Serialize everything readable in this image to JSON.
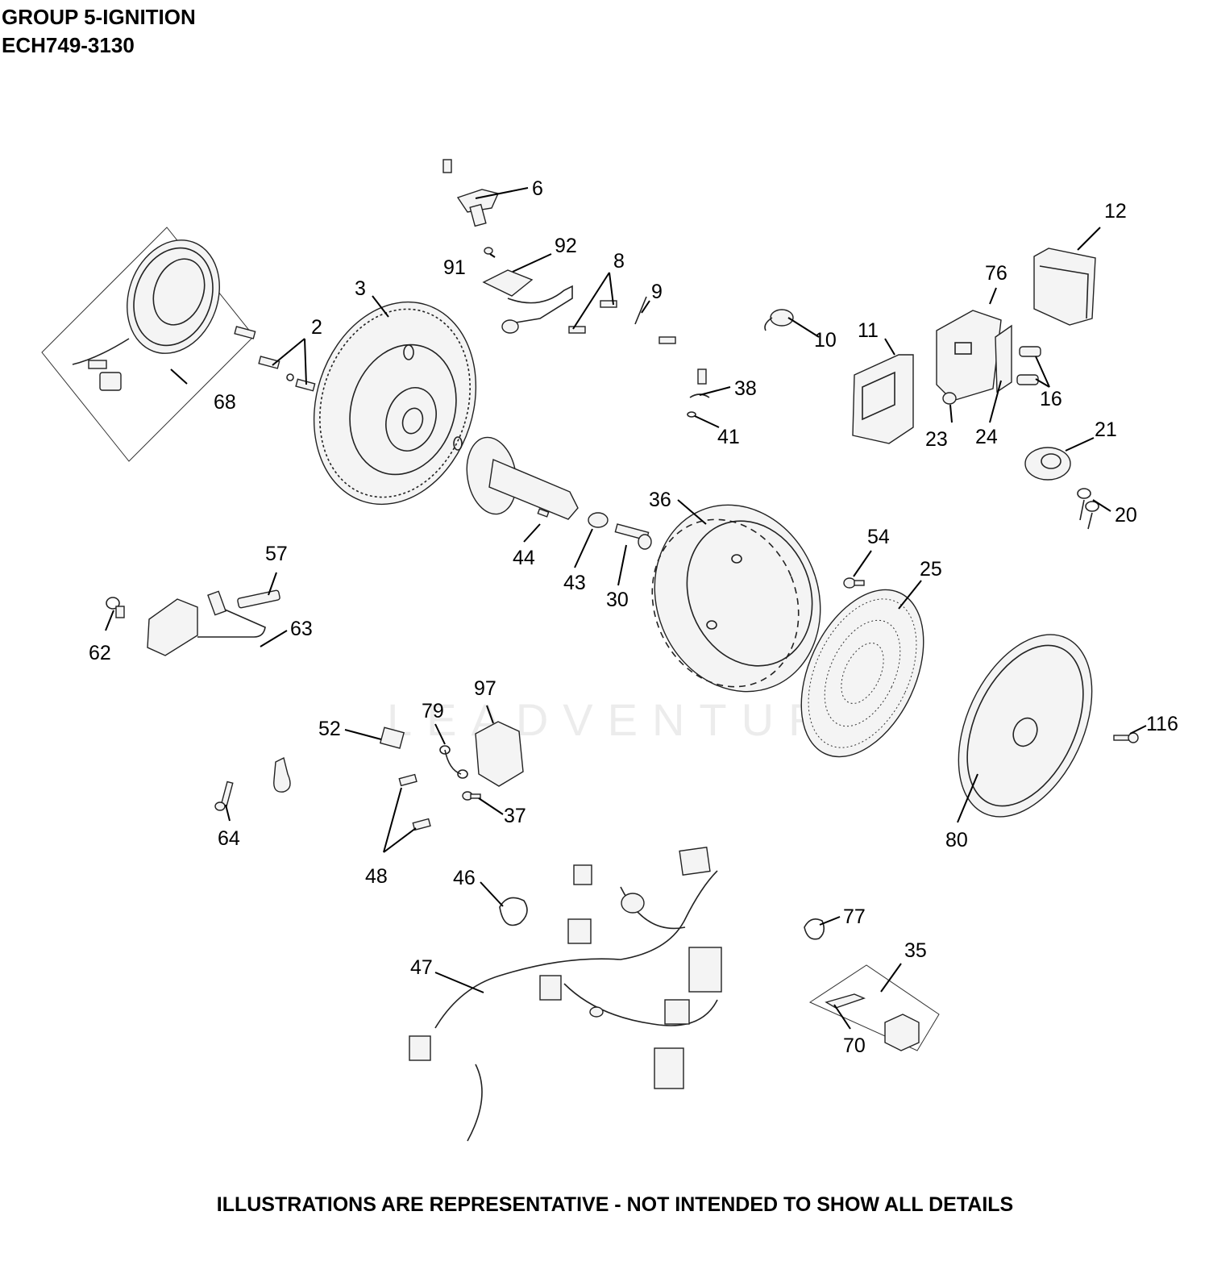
{
  "header": {
    "group": "GROUP 5-IGNITION",
    "model": "ECH749-3130"
  },
  "footer": "ILLUSTRATIONS ARE REPRESENTATIVE - NOT INTENDED TO SHOW ALL DETAILS",
  "watermark": "LEADVENTURE",
  "callouts": {
    "c2": "2",
    "c3": "3",
    "c6": "6",
    "c8": "8",
    "c9": "9",
    "c10": "10",
    "c11": "11",
    "c12": "12",
    "c16": "16",
    "c20": "20",
    "c21": "21",
    "c23": "23",
    "c24": "24",
    "c25": "25",
    "c30": "30",
    "c35": "35",
    "c36": "36",
    "c37": "37",
    "c38": "38",
    "c41": "41",
    "c43": "43",
    "c44": "44",
    "c46": "46",
    "c47": "47",
    "c48": "48",
    "c52": "52",
    "c54": "54",
    "c57": "57",
    "c62": "62",
    "c63": "63",
    "c64": "64",
    "c68": "68",
    "c70": "70",
    "c76": "76",
    "c77": "77",
    "c79": "79",
    "c80": "80",
    "c91": "91",
    "c92": "92",
    "c97": "97",
    "c116": "116"
  }
}
